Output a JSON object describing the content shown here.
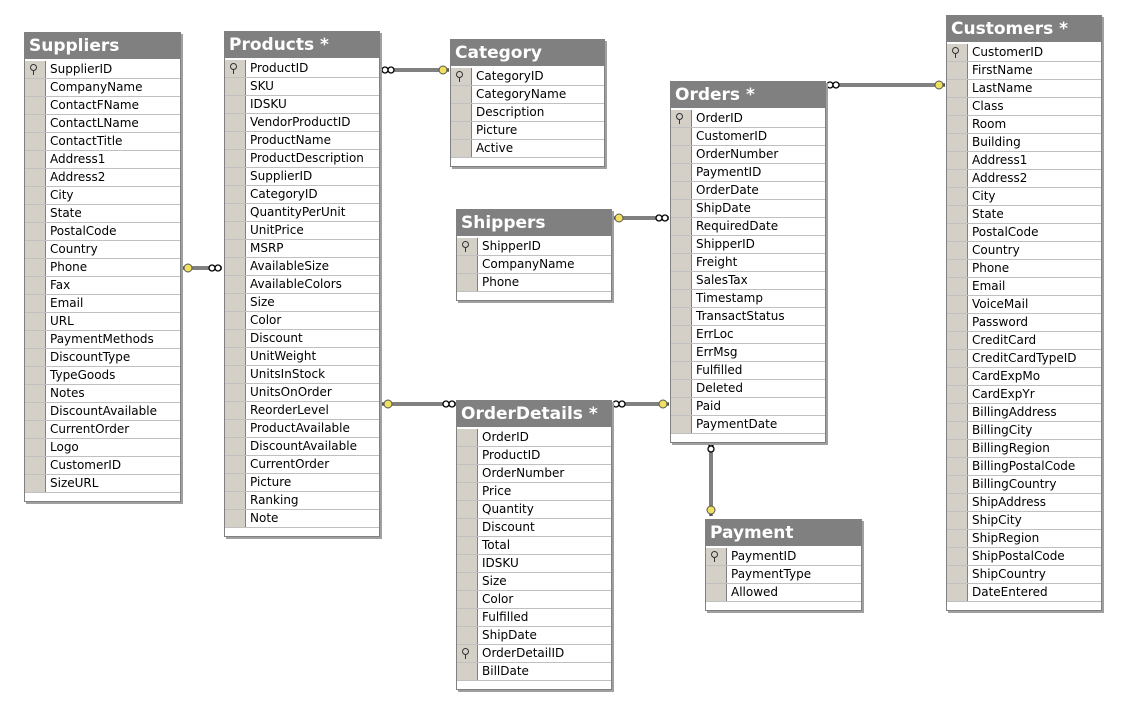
{
  "tables": [
    {
      "id": "suppliers",
      "name": "Suppliers",
      "columns": [
        {
          "name": "SupplierID",
          "key": true
        },
        {
          "name": "CompanyName"
        },
        {
          "name": "ContactFName"
        },
        {
          "name": "ContactLName"
        },
        {
          "name": "ContactTitle"
        },
        {
          "name": "Address1"
        },
        {
          "name": "Address2"
        },
        {
          "name": "City"
        },
        {
          "name": "State"
        },
        {
          "name": "PostalCode"
        },
        {
          "name": "Country"
        },
        {
          "name": "Phone"
        },
        {
          "name": "Fax"
        },
        {
          "name": "Email"
        },
        {
          "name": "URL"
        },
        {
          "name": "PaymentMethods"
        },
        {
          "name": "DiscountType"
        },
        {
          "name": "TypeGoods"
        },
        {
          "name": "Notes"
        },
        {
          "name": "DiscountAvailable"
        },
        {
          "name": "CurrentOrder"
        },
        {
          "name": "Logo"
        },
        {
          "name": "CustomerID"
        },
        {
          "name": "SizeURL"
        }
      ]
    },
    {
      "id": "products",
      "name": "Products *",
      "columns": [
        {
          "name": "ProductID",
          "key": true
        },
        {
          "name": "SKU"
        },
        {
          "name": "IDSKU"
        },
        {
          "name": "VendorProductID"
        },
        {
          "name": "ProductName"
        },
        {
          "name": "ProductDescription"
        },
        {
          "name": "SupplierID"
        },
        {
          "name": "CategoryID"
        },
        {
          "name": "QuantityPerUnit"
        },
        {
          "name": "UnitPrice"
        },
        {
          "name": "MSRP"
        },
        {
          "name": "AvailableSize"
        },
        {
          "name": "AvailableColors"
        },
        {
          "name": "Size"
        },
        {
          "name": "Color"
        },
        {
          "name": "Discount"
        },
        {
          "name": "UnitWeight"
        },
        {
          "name": "UnitsInStock"
        },
        {
          "name": "UnitsOnOrder"
        },
        {
          "name": "ReorderLevel"
        },
        {
          "name": "ProductAvailable"
        },
        {
          "name": "DiscountAvailable"
        },
        {
          "name": "CurrentOrder"
        },
        {
          "name": "Picture"
        },
        {
          "name": "Ranking"
        },
        {
          "name": "Note"
        }
      ]
    },
    {
      "id": "category",
      "name": "Category",
      "columns": [
        {
          "name": "CategoryID",
          "key": true
        },
        {
          "name": "CategoryName"
        },
        {
          "name": "Description"
        },
        {
          "name": "Picture"
        },
        {
          "name": "Active"
        }
      ]
    },
    {
      "id": "shippers",
      "name": "Shippers",
      "columns": [
        {
          "name": "ShipperID",
          "key": true
        },
        {
          "name": "CompanyName"
        },
        {
          "name": "Phone"
        }
      ]
    },
    {
      "id": "orderdetails",
      "name": "OrderDetails *",
      "columns": [
        {
          "name": "OrderID"
        },
        {
          "name": "ProductID"
        },
        {
          "name": "OrderNumber"
        },
        {
          "name": "Price"
        },
        {
          "name": "Quantity"
        },
        {
          "name": "Discount"
        },
        {
          "name": "Total"
        },
        {
          "name": "IDSKU"
        },
        {
          "name": "Size"
        },
        {
          "name": "Color"
        },
        {
          "name": "Fulfilled"
        },
        {
          "name": "ShipDate"
        },
        {
          "name": "OrderDetailID",
          "key": true
        },
        {
          "name": "BillDate"
        }
      ]
    },
    {
      "id": "orders",
      "name": "Orders *",
      "columns": [
        {
          "name": "OrderID",
          "key": true
        },
        {
          "name": "CustomerID"
        },
        {
          "name": "OrderNumber"
        },
        {
          "name": "PaymentID"
        },
        {
          "name": "OrderDate"
        },
        {
          "name": "ShipDate"
        },
        {
          "name": "RequiredDate"
        },
        {
          "name": "ShipperID"
        },
        {
          "name": "Freight"
        },
        {
          "name": "SalesTax"
        },
        {
          "name": "Timestamp"
        },
        {
          "name": "TransactStatus"
        },
        {
          "name": "ErrLoc"
        },
        {
          "name": "ErrMsg"
        },
        {
          "name": "Fulfilled"
        },
        {
          "name": "Deleted"
        },
        {
          "name": "Paid"
        },
        {
          "name": "PaymentDate"
        }
      ]
    },
    {
      "id": "payment",
      "name": "Payment",
      "columns": [
        {
          "name": "PaymentID",
          "key": true
        },
        {
          "name": "PaymentType"
        },
        {
          "name": "Allowed"
        }
      ]
    },
    {
      "id": "customers",
      "name": "Customers *",
      "columns": [
        {
          "name": "CustomerID",
          "key": true
        },
        {
          "name": "FirstName"
        },
        {
          "name": "LastName"
        },
        {
          "name": "Class"
        },
        {
          "name": "Room"
        },
        {
          "name": "Building"
        },
        {
          "name": "Address1"
        },
        {
          "name": "Address2"
        },
        {
          "name": "City"
        },
        {
          "name": "State"
        },
        {
          "name": "PostalCode"
        },
        {
          "name": "Country"
        },
        {
          "name": "Phone"
        },
        {
          "name": "Email"
        },
        {
          "name": "VoiceMail"
        },
        {
          "name": "Password"
        },
        {
          "name": "CreditCard"
        },
        {
          "name": "CreditCardTypeID"
        },
        {
          "name": "CardExpMo"
        },
        {
          "name": "CardExpYr"
        },
        {
          "name": "BillingAddress"
        },
        {
          "name": "BillingCity"
        },
        {
          "name": "BillingRegion"
        },
        {
          "name": "BillingPostalCode"
        },
        {
          "name": "BillingCountry"
        },
        {
          "name": "ShipAddress"
        },
        {
          "name": "ShipCity"
        },
        {
          "name": "ShipRegion"
        },
        {
          "name": "ShipPostalCode"
        },
        {
          "name": "ShipCountry"
        },
        {
          "name": "DateEntered"
        }
      ]
    }
  ],
  "relationships": [
    {
      "from": "products",
      "to": "category"
    },
    {
      "from": "products",
      "to": "suppliers"
    },
    {
      "from": "orderdetails",
      "to": "products"
    },
    {
      "from": "orderdetails",
      "to": "orders"
    },
    {
      "from": "orders",
      "to": "shippers"
    },
    {
      "from": "orders",
      "to": "customers"
    },
    {
      "from": "orders",
      "to": "payment"
    }
  ],
  "colors": {
    "header": "#808080",
    "selector": "#d4d0c8",
    "connector": "#000000",
    "key_end": "#f0e060"
  }
}
